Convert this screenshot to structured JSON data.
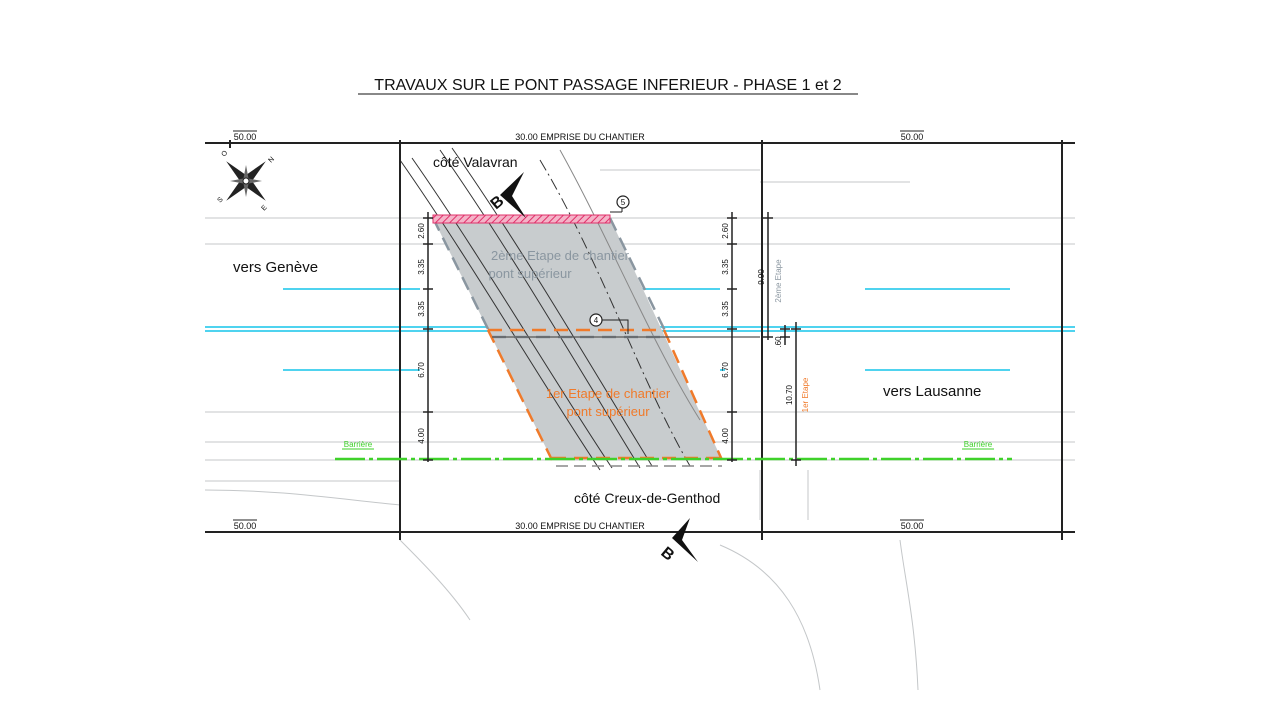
{
  "title": "TRAVAUX SUR LE PONT PASSAGE INFERIEUR - PHASE 1 et 2",
  "emprise_top": "30.00 EMPRISE DU CHANTIER",
  "emprise_bottom": "30.00 EMPRISE DU CHANTIER",
  "ext_dims": {
    "top_left": "50.00",
    "top_right": "50.00",
    "bottom_left": "50.00",
    "bottom_right": "50.00"
  },
  "side_labels": {
    "valavran": "côté Valavran",
    "creux": "côté Creux-de-Genthod",
    "geneve": "vers Genève",
    "lausanne": "vers Lausanne"
  },
  "section_marker": "B",
  "compass": {
    "n": "N",
    "s": "S",
    "e": "E",
    "o": "O"
  },
  "callouts": [
    "5",
    "4"
  ],
  "stage2": {
    "line1": "2ème Etape de chantier",
    "line2": "pont supérieur",
    "dim": "9.90",
    "dim_label": "2ème Etape"
  },
  "stage1": {
    "line1": "1er Etape de chantier",
    "line2": "pont supérieur",
    "dim": "10.70",
    "dim_label": "1er Etape"
  },
  "gap_dim": ".60",
  "lane_dims_left": [
    "2.60",
    "3.35",
    "3.35",
    "6.70",
    "4.00"
  ],
  "lane_dims_right": [
    "2.60",
    "3.35",
    "3.35",
    "6.70",
    "4.00"
  ],
  "barriers": {
    "left": "Barrière",
    "right": "Barrière"
  },
  "colors": {
    "stage1": "#f07a2a",
    "stage2": "#8a96a0",
    "fill": "#c8ccce",
    "lane": "#4fd3ef",
    "barrier": "#3fd12a",
    "hatch": "#e0306a"
  }
}
